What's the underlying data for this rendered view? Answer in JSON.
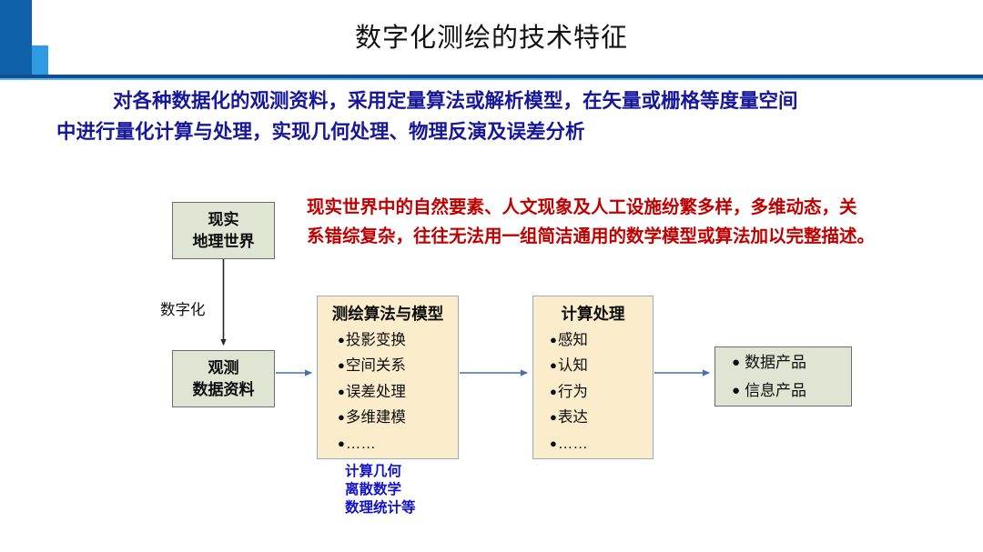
{
  "slide": {
    "title": "数字化测绘的技术特征",
    "accent_dark": "#0f61a8",
    "accent_light": "#2f9be3",
    "rule_color": "#0f4f8f"
  },
  "lead_paragraph": {
    "line1": "对各种数据化的观测资料，采用定量算法或解析模型，在矢量或栅格等度量空间",
    "line2": "中进行量化计算与处理，实现几何处理、物理反演及误差分析",
    "color": "#17179c"
  },
  "red_paragraph": {
    "line1": "现实世界中的自然要素、人文现象及人工设施纷繁多样，多维动态，关",
    "line2": "系错综复杂，往往无法用一组简洁通用的数学模型或算法加以完整描述。",
    "color": "#c00000"
  },
  "flow": {
    "box_real": {
      "line1": "现实",
      "line2": "地理世界",
      "fill": "#dee5d3"
    },
    "box_observation": {
      "line1": "观测",
      "line2": "数据资料",
      "fill": "#dee5d3"
    },
    "edge_label_digitize": "数字化",
    "box_algorithms": {
      "title": "测绘算法与模型",
      "fill": "#fbeccb",
      "items": [
        "投影变换",
        "空间关系",
        "误差处理",
        "多维建模",
        "……"
      ]
    },
    "box_computation": {
      "title": "计算处理",
      "fill": "#fbeccb",
      "items": [
        "感知",
        "认知",
        "行为",
        "表达",
        "……"
      ]
    },
    "box_products": {
      "fill": "#dee5d3",
      "items": [
        "数据产品",
        "信息产品"
      ]
    },
    "blue_note": {
      "line1": "计算几何",
      "line2": "离散数学",
      "line3": "数理统计等",
      "color": "#1111cc"
    },
    "bullet_glyph": "●",
    "arrow_color": "#4472a8"
  }
}
